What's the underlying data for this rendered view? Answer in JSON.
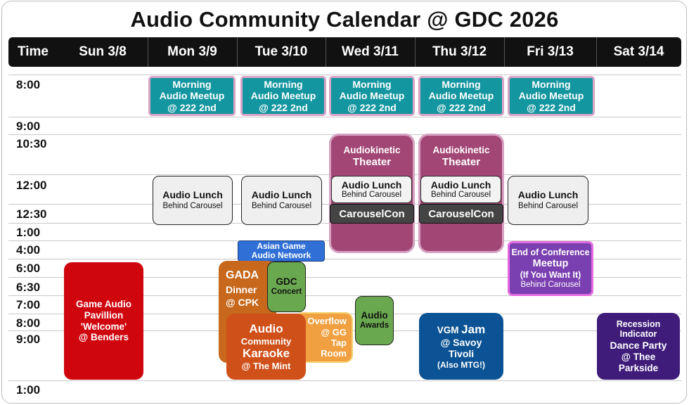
{
  "title": "Audio Community Calendar @ GDC 2026",
  "header": {
    "time": "Time",
    "days": [
      "Sun 3/8",
      "Mon 3/9",
      "Tue 3/10",
      "Wed 3/11",
      "Thu 3/12",
      "Fri 3/13",
      "Sat 3/14"
    ]
  },
  "times": [
    "8:00",
    "9:00",
    "10:30",
    "12:00",
    "12:30",
    "1:00",
    "4:00",
    "6:00",
    "6:30",
    "7:00",
    "8:00",
    "9:00",
    "1:00"
  ],
  "morning_meetup": {
    "line1": "Morning",
    "line2": "Audio Meetup",
    "line3": "@ 222 2nd"
  },
  "audio_lunch": {
    "title": "Audio Lunch",
    "location": "Behind Carousel"
  },
  "audiokinetic": {
    "line1": "Audiokinetic",
    "line2": "Theater"
  },
  "carouselcon": "CarouselCon",
  "asian_game_audio": {
    "line1": "Asian Game",
    "line2": "Audio Network"
  },
  "end_of_conference": {
    "line1": "End of Conference",
    "line2": "Meetup",
    "line3": "(If You Want It)",
    "line4": "Behind Carousel"
  },
  "pavillion": {
    "line1": "Game Audio",
    "line2": "Pavillion",
    "line3": "'Welcome'",
    "line4": "@ Benders"
  },
  "gada": {
    "line1": "GADA",
    "line2": "Dinner",
    "line3": "@ CPK"
  },
  "gdc_concert": {
    "line1": "GDC",
    "line2": "Concert"
  },
  "audio_awards": {
    "line1": "Audio",
    "line2": "Awards"
  },
  "overflow": {
    "line1": "Overflow",
    "line2": "@ GG",
    "line3": "Tap",
    "line4": "Room"
  },
  "karaoke": {
    "line1": "Audio",
    "line2": "Community",
    "line3": "Karaoke",
    "line4": "@ The Mint"
  },
  "vgm_jam": {
    "line1a": "VGM",
    "line1b": "Jam",
    "line2": "@ Savoy",
    "line3": "Tivoli",
    "line4": "(Also MTG!)"
  },
  "dance_party": {
    "line1": "Recession",
    "line2": "Indicator",
    "line3": "Dance Party",
    "line4": "@ Thee",
    "line5": "Parkside"
  }
}
